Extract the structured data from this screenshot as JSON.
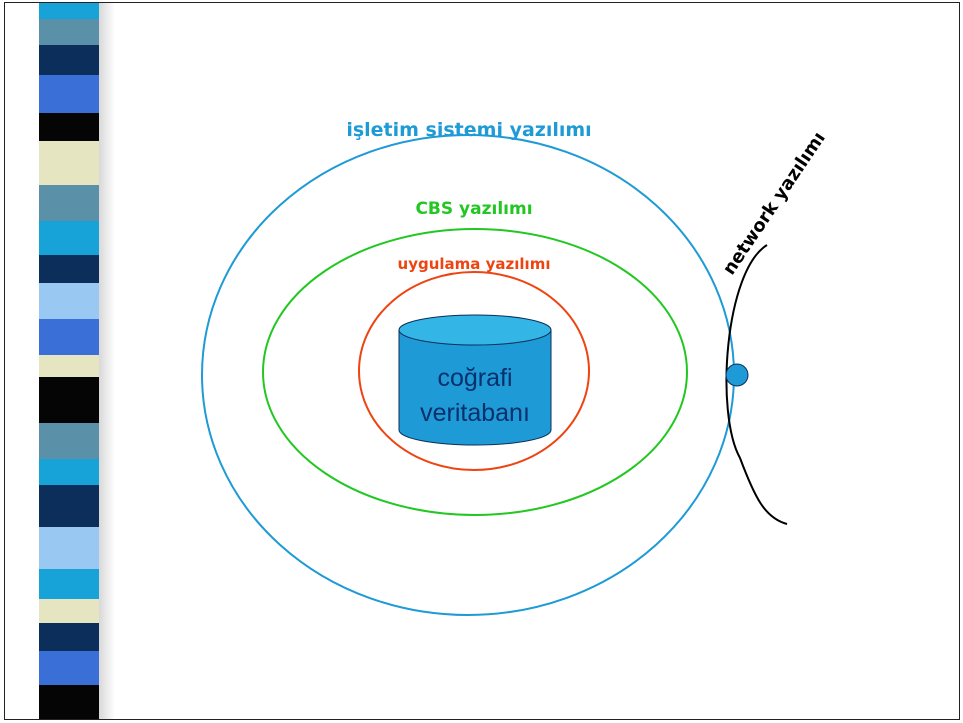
{
  "labels": {
    "os": "işletim sistemi yazılımı",
    "gis": "CBS yazılımı",
    "app": "uygulama yazılımı",
    "network": "network yazılımı",
    "db_line1": "coğrafi",
    "db_line2": "veritabanı"
  },
  "colors": {
    "os": "#1e9ad6",
    "gis": "#22c722",
    "app": "#ee4411",
    "db_fill": "#1e9ad6",
    "db_top": "#33b5e5",
    "db_text": "#08306b",
    "node": "#1e9ad6"
  }
}
